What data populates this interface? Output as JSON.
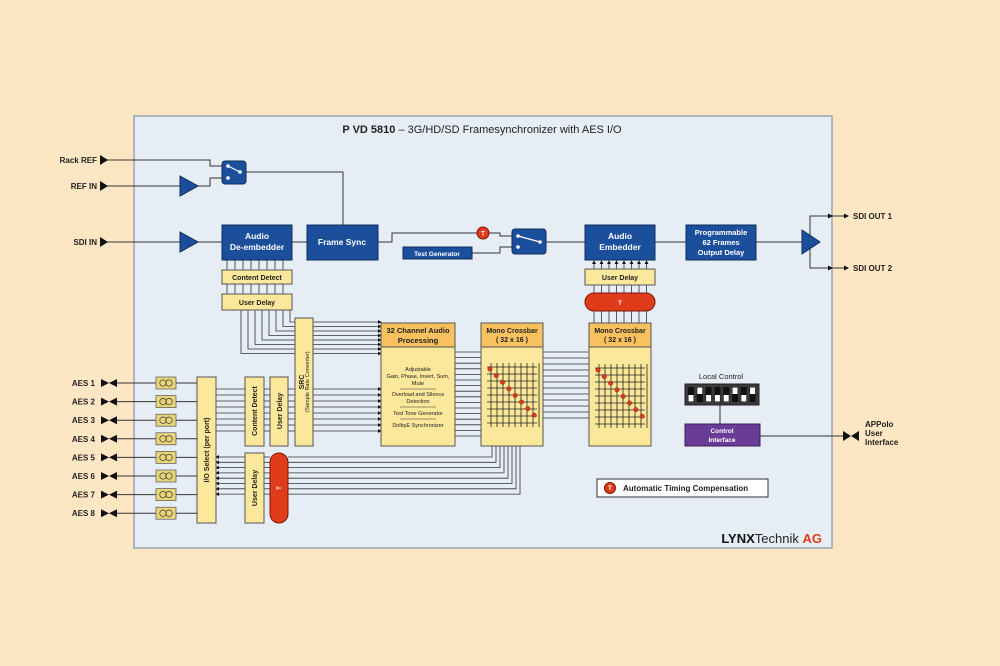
{
  "title": {
    "bold": "P VD 5810",
    "rest": " – 3G/HD/SD Framesynchronizer with AES I/O"
  },
  "colors": {
    "background": "#fde6c4",
    "panel": "#e7edf5",
    "blue_block": "#1b4f9c",
    "yellow_block": "#fbe89a",
    "orange_header": "#f8c15f",
    "red_timing": "#e03c1c",
    "purple_control": "#6a3b97",
    "brand_red": "#e03c1c"
  },
  "inputs": {
    "rack_ref": "Rack REF",
    "ref_in": "REF IN",
    "sdi_in": "SDI IN"
  },
  "outputs": {
    "sdi_out_1": "SDI OUT 1",
    "sdi_out_2": "SDI OUT 2",
    "appolo": [
      "APPolo",
      "User",
      "Interface"
    ]
  },
  "blocks": {
    "audio_deembedder": [
      "Audio",
      "De-embedder"
    ],
    "frame_sync": "Frame Sync",
    "test_generator": "Test Generator",
    "audio_embedder": [
      "Audio",
      "Embedder"
    ],
    "output_delay": [
      "Programmable",
      "62 Frames",
      "Output Delay"
    ],
    "content_detect_top": "Content Detect",
    "user_delay_top": "User Delay",
    "user_delay_emb": "User Delay",
    "timing_emb": "T",
    "src": "SRC",
    "src_sub": "(Sample Rate Converter)",
    "processing_title": [
      "32 Channel Audio",
      "Processing"
    ],
    "processing_items": [
      [
        "Adjustable",
        "Gain, Phase, Invert, Sum,",
        "Mute"
      ],
      [
        "Overload and Silence",
        "Detection"
      ],
      [
        "Test Tone Generator"
      ],
      [
        "DolbyE Synchronizer"
      ]
    ],
    "crossbar_1": [
      "Mono Crossbar",
      "( 32 x 16 )"
    ],
    "crossbar_2": [
      "Mono Crossbar",
      "( 32 x 16 )"
    ],
    "io_select": "I/O Select (per port)",
    "content_detect_aes": "Content Detect",
    "user_delay_aes": "User Delay",
    "user_delay_aes_out": "User Delay",
    "timing_aes": "T",
    "local_control": "Local Control",
    "control_interface": [
      "Control",
      "Interface"
    ],
    "timing_badge": "T"
  },
  "aes_ports": [
    "AES 1",
    "AES 2",
    "AES 3",
    "AES 4",
    "AES 5",
    "AES 6",
    "AES 7",
    "AES 8"
  ],
  "dip_switches": [
    "down",
    "up",
    "down",
    "down",
    "down",
    "up",
    "down",
    "up"
  ],
  "legend": {
    "label": "Automatic Timing Compensation",
    "icon": "T"
  },
  "brand": {
    "lynx": "LYNX",
    "technik": "Technik ",
    "ag": "AG"
  }
}
